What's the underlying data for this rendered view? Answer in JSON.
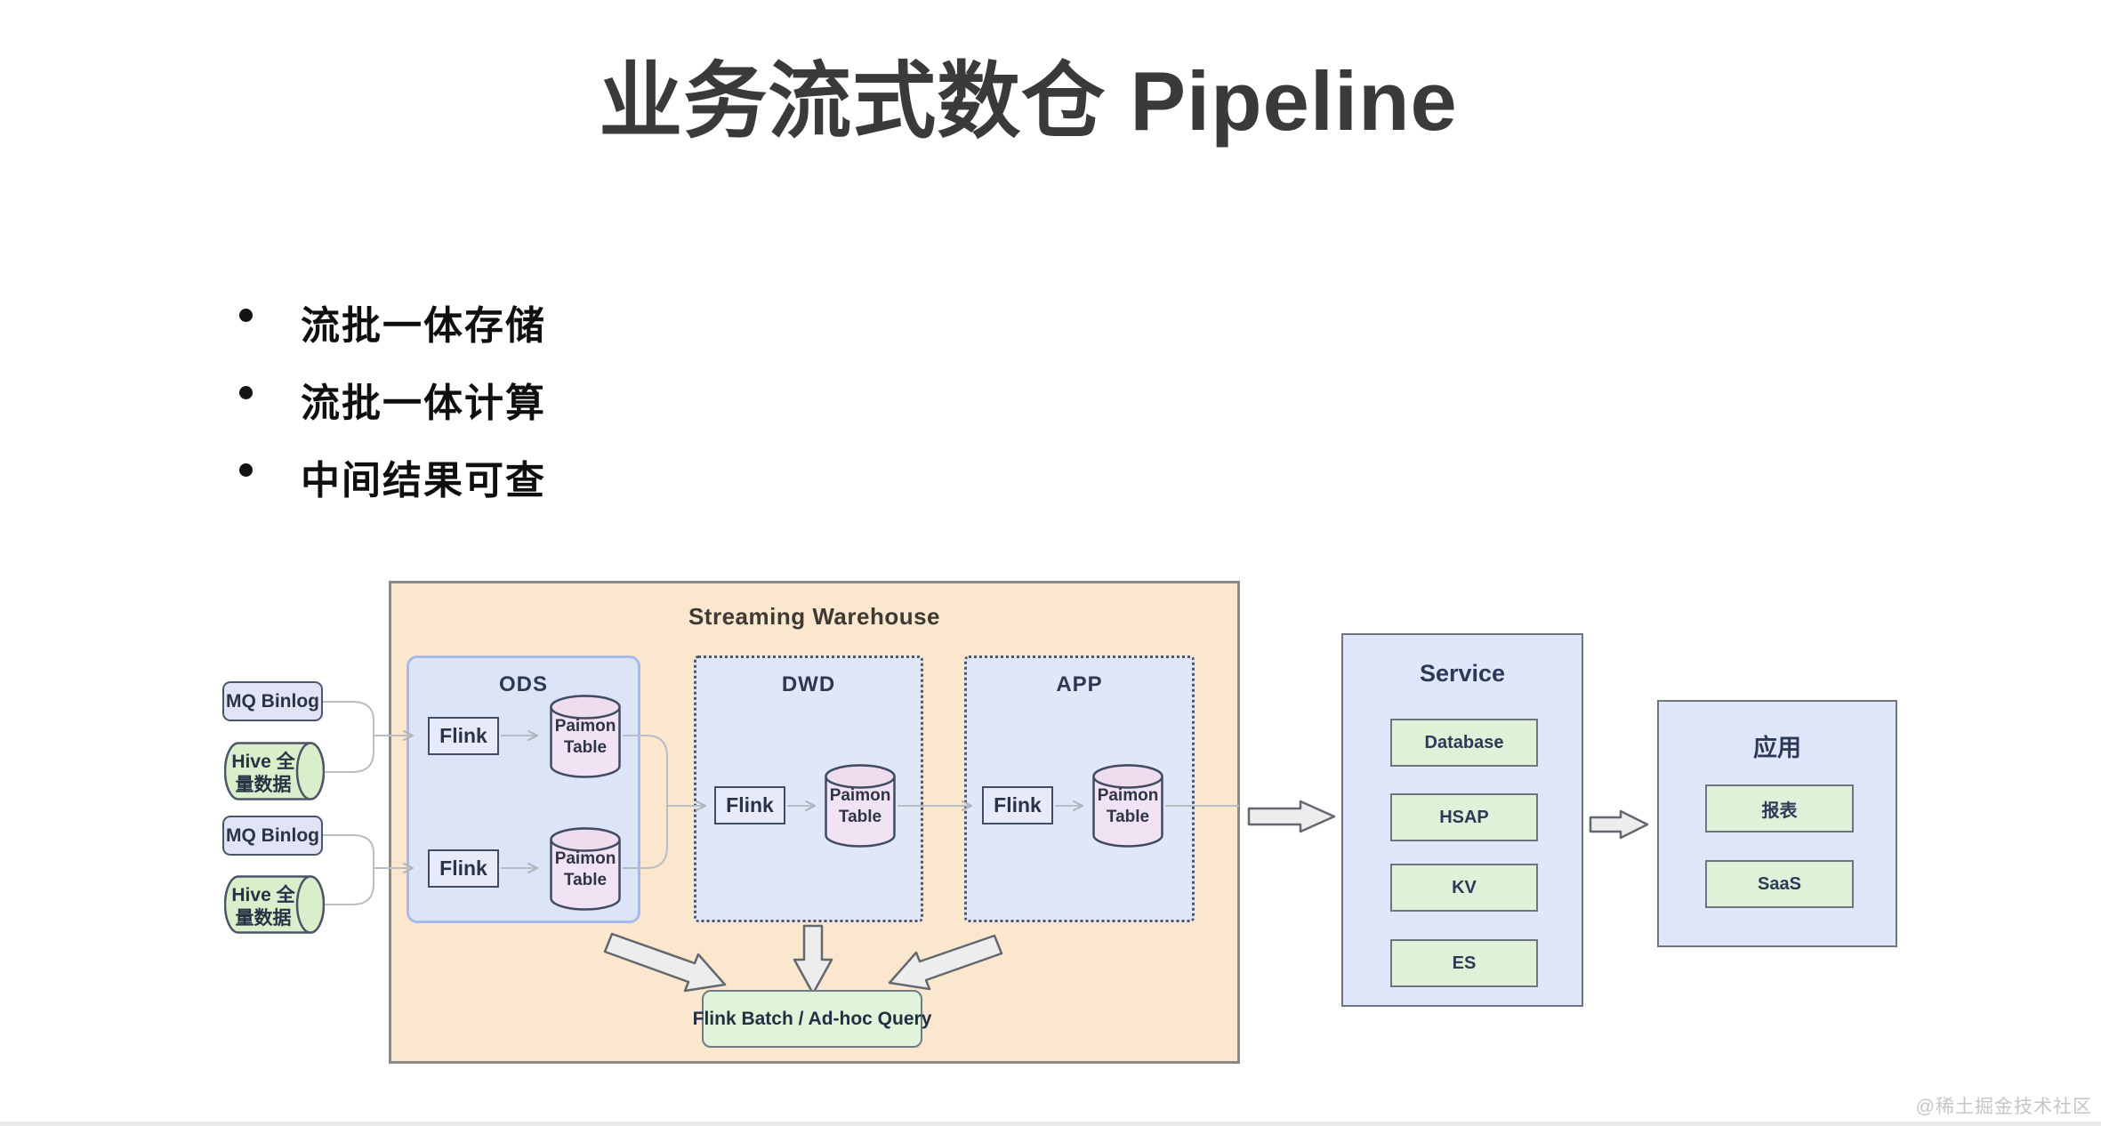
{
  "page": {
    "title": "业务流式数仓 Pipeline",
    "bullets": [
      "流批一体存储",
      "流批一体计算",
      "中间结果可查"
    ],
    "watermark": "@稀土掘金技术社区"
  },
  "diagram": {
    "warehouse_title": "Streaming Warehouse",
    "sources": {
      "mq_binlog_1": "MQ Binlog",
      "hive_full_1": "Hive 全量数据",
      "mq_binlog_2": "MQ Binlog",
      "hive_full_2": "Hive 全量数据"
    },
    "ods": {
      "label": "ODS",
      "flink_top": "Flink",
      "paimon_top": "Paimon Table",
      "flink_bottom": "Flink",
      "paimon_bottom": "Paimon Table"
    },
    "dwd": {
      "label": "DWD",
      "flink": "Flink",
      "paimon": "Paimon Table"
    },
    "app": {
      "label": "APP",
      "flink": "Flink",
      "paimon": "Paimon Table"
    },
    "batch_query": "Flink Batch / Ad-hoc Query",
    "service": {
      "title": "Service",
      "items": [
        "Database",
        "HSAP",
        "KV",
        "ES"
      ]
    },
    "application": {
      "title": "应用",
      "items": [
        "报表",
        "SaaS"
      ]
    },
    "colors": {
      "warehouse_fill": "#fae7cd",
      "blue_zone_fill": "#dce4f8",
      "blue_zone_border": "#a8baec",
      "dotted_zone_fill": "#e0e7f9",
      "node_blue_fill": "#e7eaf8",
      "mq_fill": "#e0e4f6",
      "hive_green_fill": "#d9eeca",
      "paimon_body_fill": "#f1e3f3",
      "paimon_top_fill": "#eedcef",
      "green_item_fill": "#dff2d9",
      "batch_green_fill": "#dff4da",
      "panel_fill": "#e1e7fa",
      "connector_gray": "#b9bdc4",
      "block_arrow_fill": "#ededed",
      "block_arrow_stroke": "#636870"
    }
  }
}
